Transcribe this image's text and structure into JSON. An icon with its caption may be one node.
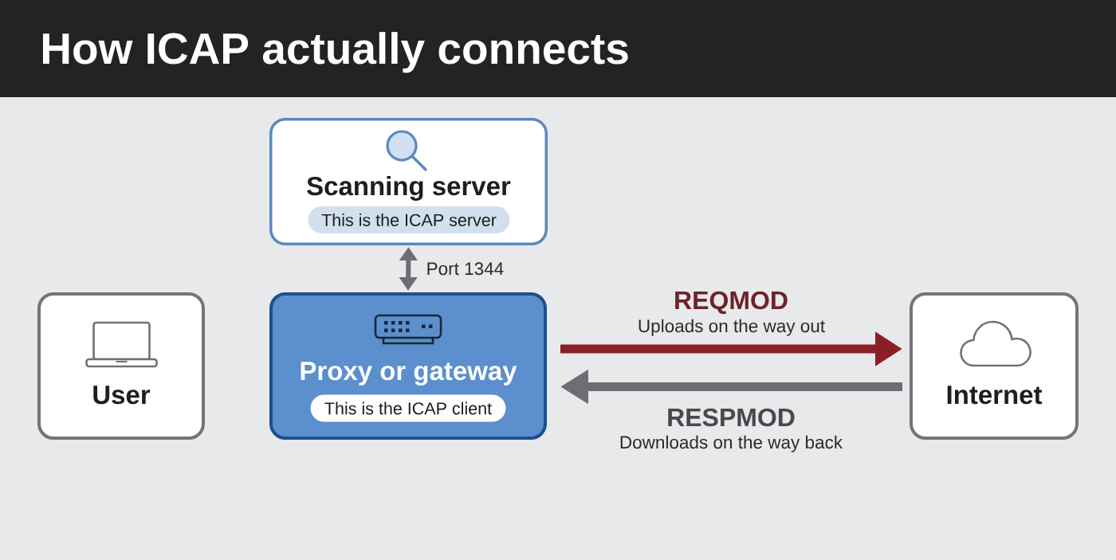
{
  "diagram": {
    "title": "How ICAP actually connects",
    "nodes": [
      {
        "text": [
          "Scanning server",
          "This is the ICAP server"
        ]
      },
      {
        "text": [
          "User"
        ]
      },
      {
        "text": [
          "Proxy or gateway",
          "This is the ICAP client"
        ]
      },
      {
        "text": [
          "Internet"
        ]
      }
    ],
    "edges": [
      {
        "from": 0,
        "to": 2,
        "arrow": "both",
        "label": "Port 1344"
      },
      {
        "from": 2,
        "to": 3,
        "arrow": "to",
        "label": "REQMOD",
        "color": "#8b1f24"
      },
      {
        "from": 3,
        "to": 2,
        "arrow": "to",
        "label": "RESPMOD"
      }
    ],
    "labels": [
      "Uploads on the way out",
      "Downloads on the way back"
    ]
  }
}
